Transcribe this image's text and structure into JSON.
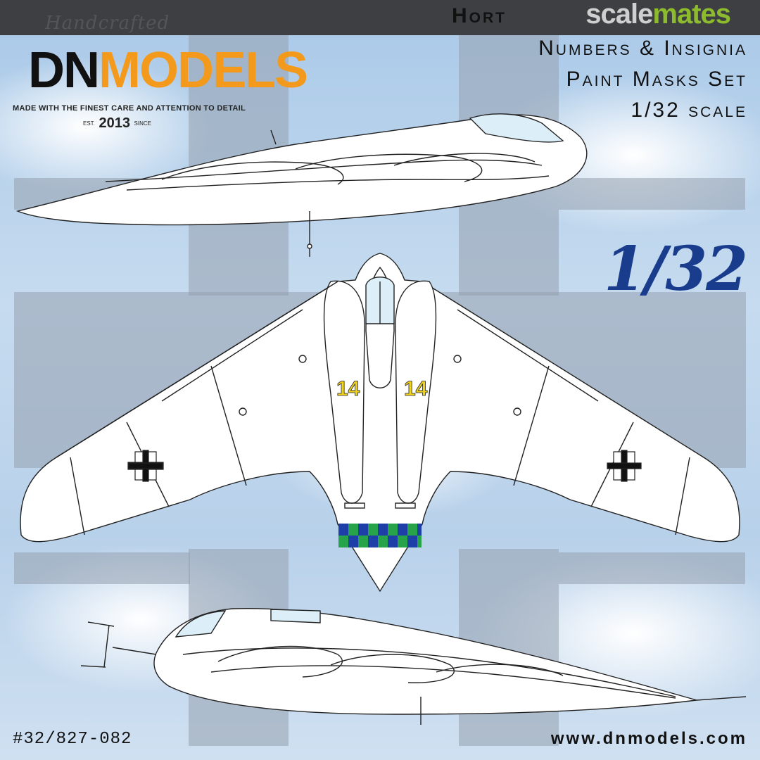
{
  "watermark": {
    "part1": "scale",
    "part2": "mates"
  },
  "product": {
    "line1": "Hort",
    "line2": "Numbers & Insignia",
    "line3": "Paint Masks Set",
    "line4": "1/32 scale"
  },
  "brand": {
    "script": "Handcrafted",
    "name_dn": "DN",
    "name_models": "MODELS",
    "tagline": "MADE WITH THE FINEST CARE AND ATTENTION TO DETAIL",
    "est_prefix": "EST.",
    "est_year": "2013",
    "est_suffix": "SINCE"
  },
  "scale_badge": "1/32",
  "markings": {
    "number_left": "14",
    "number_right": "14"
  },
  "footer": {
    "code": "#32/827-082",
    "url": "www.dnmodels.com"
  },
  "colors": {
    "sky": "#b8d1ea",
    "cross": "#96a0af",
    "brand_orange": "#f39a1c",
    "badge_blue": "#1a3c8c",
    "number_yellow": "#f0d21e",
    "checker_green": "#27a34a",
    "checker_blue": "#1f3fa8",
    "watermark_green": "#8dbb2e"
  }
}
